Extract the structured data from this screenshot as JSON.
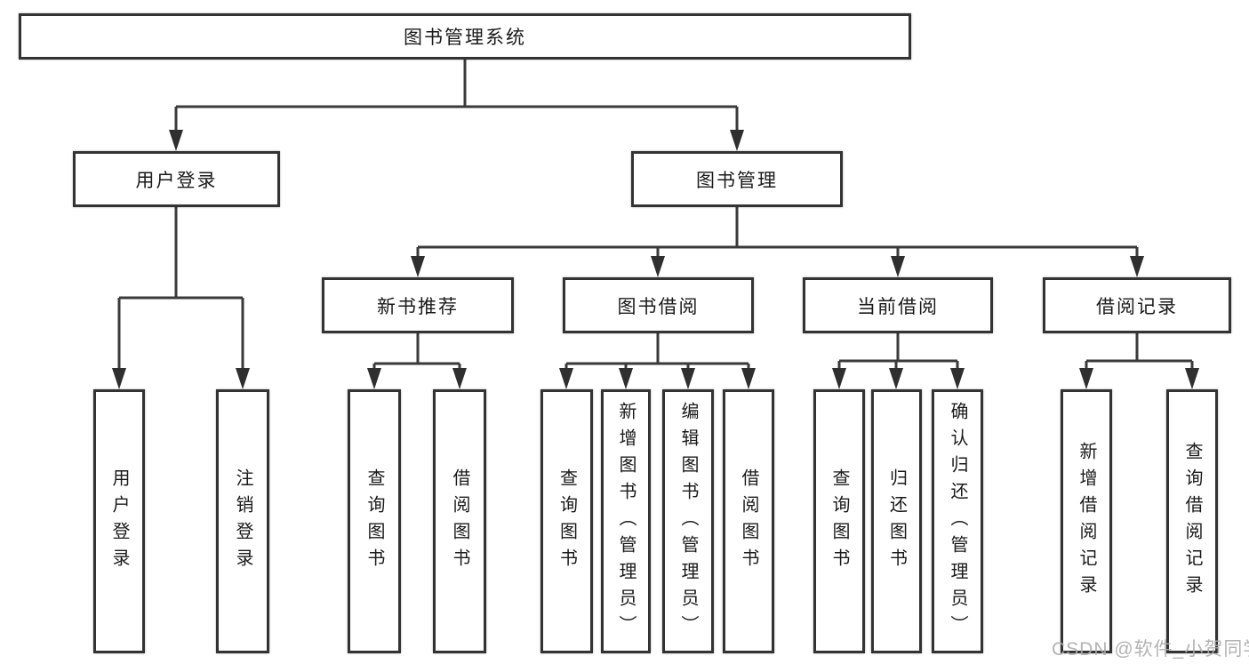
{
  "diagram": {
    "root": {
      "label": "图书管理系统"
    },
    "branches": [
      {
        "label": "用户登录",
        "children": [
          {
            "label": "用户登录"
          },
          {
            "label": "注销登录"
          }
        ]
      },
      {
        "label": "图书管理",
        "children": [
          {
            "label": "新书推荐",
            "children": [
              {
                "label": "查询图书"
              },
              {
                "label": "借阅图书"
              }
            ]
          },
          {
            "label": "图书借阅",
            "children": [
              {
                "label": "查询图书"
              },
              {
                "label": "新增图书（管理员）"
              },
              {
                "label": "编辑图书（管理员）"
              },
              {
                "label": "借阅图书"
              }
            ]
          },
          {
            "label": "当前借阅",
            "children": [
              {
                "label": "查询图书"
              },
              {
                "label": "归还图书"
              },
              {
                "label": "确认归还（管理员）"
              }
            ]
          },
          {
            "label": "借阅记录",
            "children": [
              {
                "label": "新增借阅记录"
              },
              {
                "label": "查询借阅记录"
              }
            ]
          }
        ]
      }
    ],
    "watermark": "CSDN @软件_小贺同学",
    "colors": {
      "line": "#3a3a3a",
      "box_border": "#333333",
      "box_fill": "#ffffff",
      "text": "#1a1a1a",
      "watermark_text": "#adadad",
      "background": "#ffffff"
    }
  }
}
